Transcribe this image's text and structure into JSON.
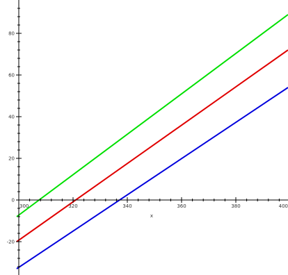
{
  "chart_data": {
    "type": "line",
    "xlabel": "x",
    "ylabel": "",
    "xlim": [
      300,
      400
    ],
    "ylim": [
      -36,
      96
    ],
    "x_ticks": [
      300,
      320,
      340,
      360,
      380,
      400
    ],
    "x_tick_labels": [
      "300",
      "320",
      "340",
      "360",
      "380",
      "400"
    ],
    "y_ticks": [
      -20,
      20,
      40,
      60,
      80
    ],
    "y_tick_labels": [
      "-20",
      "20",
      "40",
      "60",
      "80"
    ],
    "zero_label": "0",
    "grid": false,
    "series": [
      {
        "color": "#00e000",
        "x": [
          300,
          400
        ],
        "values": [
          -8,
          89
        ]
      },
      {
        "color": "#e00000",
        "x": [
          300,
          400
        ],
        "values": [
          -20,
          72
        ]
      },
      {
        "color": "#0000dd",
        "x": [
          300,
          400
        ],
        "values": [
          -33,
          54
        ]
      }
    ]
  }
}
